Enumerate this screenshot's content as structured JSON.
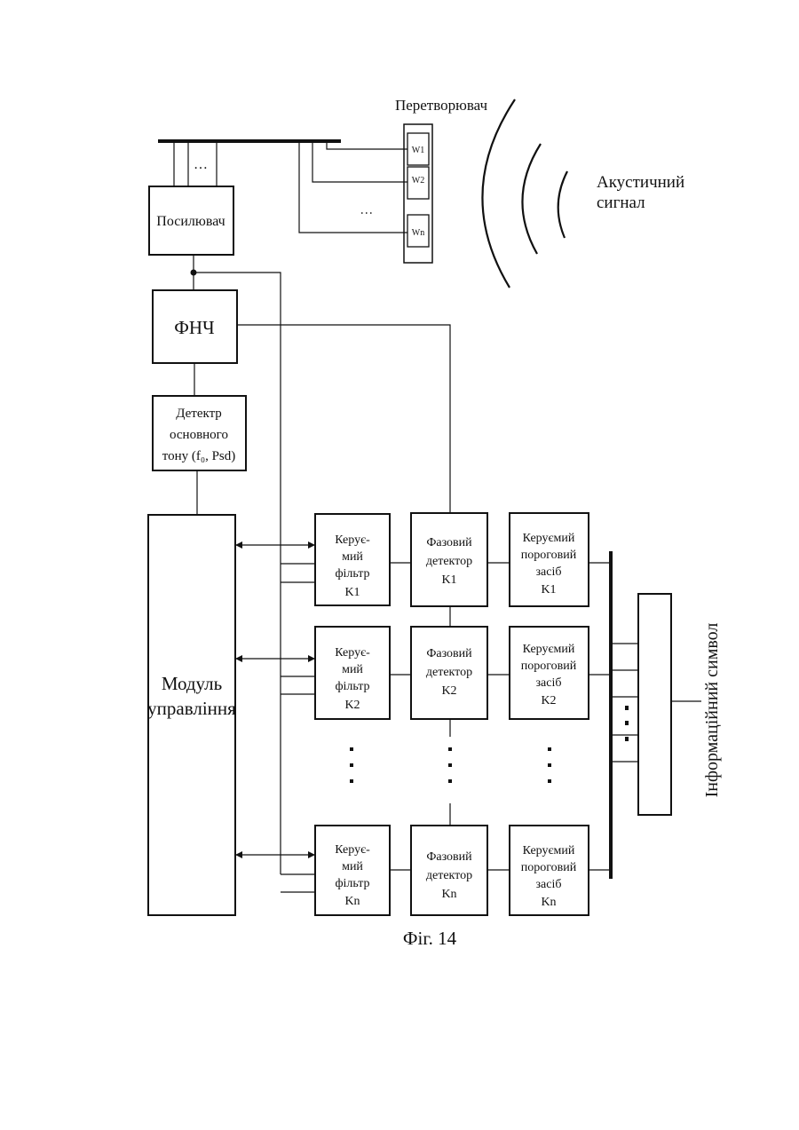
{
  "transducer": {
    "title": "Перетворювач",
    "elements": [
      "W1",
      "W2",
      "Wn"
    ]
  },
  "acoustic_signal": [
    "Акустичний",
    "сигнал"
  ],
  "amplifier": "Посилювач",
  "lpf": "ФНЧ",
  "pitch_detector": [
    "Детектр",
    "основного",
    "тону (f₀, Psd)"
  ],
  "control_module": [
    "Модуль",
    "управління"
  ],
  "channels": [
    {
      "filter": [
        "Керує-",
        "мий",
        "фільтр",
        "K1"
      ],
      "phase": [
        "Фазовий",
        "детектор",
        "K1"
      ],
      "threshold": [
        "Керуємий",
        "пороговий",
        "засіб",
        "K1"
      ]
    },
    {
      "filter": [
        "Керує-",
        "мий",
        "фільтр",
        "K2"
      ],
      "phase": [
        "Фазовий",
        "детектор",
        "K2"
      ],
      "threshold": [
        "Керуємий",
        "пороговий",
        "засіб",
        "K2"
      ]
    },
    {
      "filter": [
        "Керує-",
        "мий",
        "фільтр",
        "Kn"
      ],
      "phase": [
        "Фазовий",
        "детектор",
        "Kn"
      ],
      "threshold": [
        "Керуємий",
        "пороговий",
        "засіб",
        "Kn"
      ]
    }
  ],
  "output_label": "Інформаційний символ",
  "caption": "Фіг. 14"
}
